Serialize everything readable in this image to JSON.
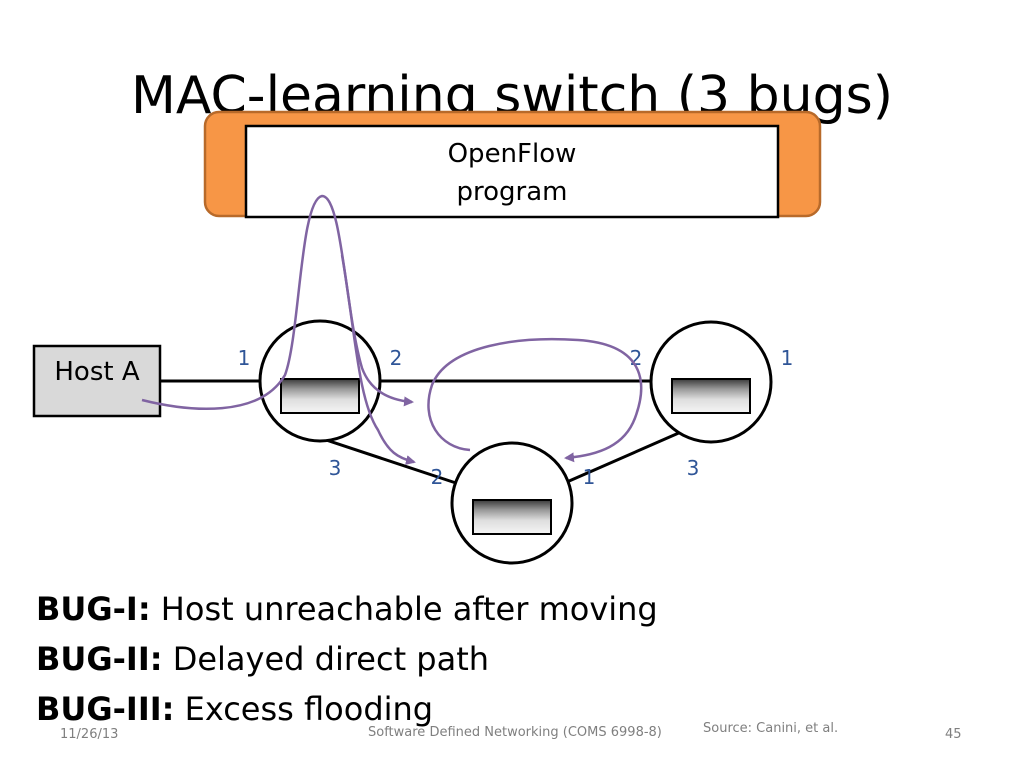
{
  "slide": {
    "title": "MAC-learning switch (3 bugs)"
  },
  "diagram": {
    "controller_label_line1": "OpenFlow",
    "controller_label_line2": "program",
    "host_label": "Host A",
    "ports": {
      "left_switch_port1": "1",
      "left_switch_port2": "2",
      "left_switch_port3": "3",
      "right_switch_port1": "1",
      "right_switch_port2": "2",
      "right_switch_port3": "3",
      "bottom_switch_port1": "1",
      "bottom_switch_port2": "2"
    },
    "colors": {
      "controller_frame": "#f79646",
      "controller_frame_border": "#b86a2a",
      "path_arrows": "#8064a2",
      "host_fill": "#d9d9d9",
      "port_numbers": "#2f5597"
    }
  },
  "bugs": [
    {
      "label": "BUG-I:",
      "text": " Host unreachable after moving"
    },
    {
      "label": "BUG-II:",
      "text": " Delayed direct path"
    },
    {
      "label": "BUG-III:",
      "text": " Excess flooding"
    }
  ],
  "footer": {
    "date": "11/26/13",
    "course": "Software Defined Networking (COMS 6998-8)",
    "source": "Source: Canini, et al.",
    "page_number": "45"
  }
}
